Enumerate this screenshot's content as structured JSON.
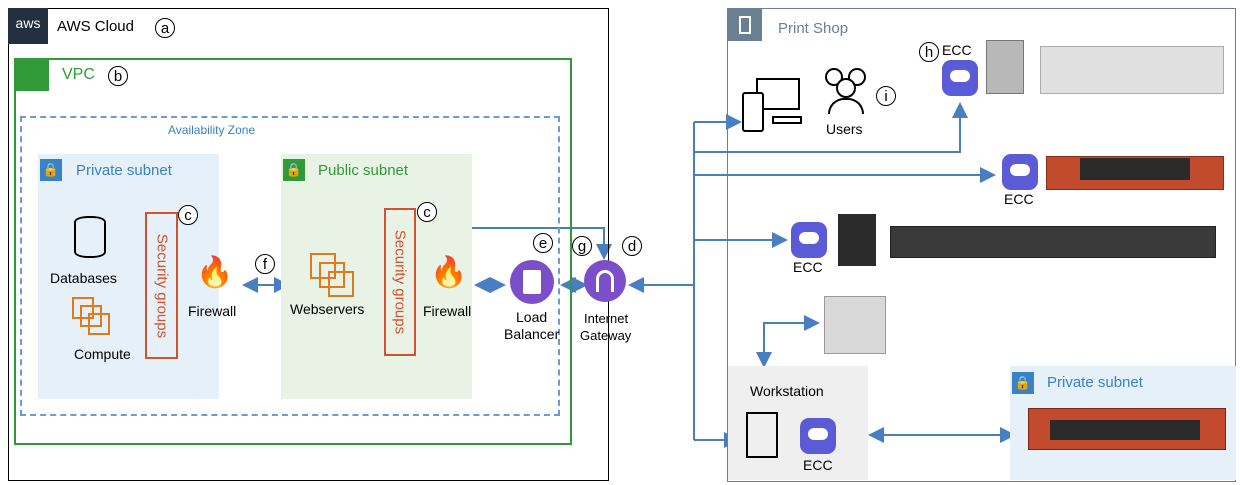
{
  "aws_cloud": {
    "logo_text": "aws",
    "label": "AWS Cloud",
    "marker": "a"
  },
  "vpc": {
    "label": "VPC",
    "marker": "b"
  },
  "availability_zone": {
    "label": "Availability Zone"
  },
  "private_subnet": {
    "label": "Private subnet",
    "databases": "Databases",
    "compute": "Compute",
    "security_groups": "Security groups",
    "sg_marker": "c",
    "firewall": "Firewall"
  },
  "link_marker": "f",
  "public_subnet": {
    "label": "Public subnet",
    "webservers": "Webservers",
    "security_groups": "Security groups",
    "sg_marker": "c",
    "firewall": "Firewall"
  },
  "load_balancer": {
    "label_line1": "Load",
    "label_line2": "Balancer",
    "marker": "e"
  },
  "internet_gateway": {
    "label_line1": "Internet",
    "label_line2": "Gateway",
    "marker": "d",
    "link_marker": "g"
  },
  "print_shop": {
    "label": "Print Shop",
    "users": "Users",
    "users_marker": "i",
    "ecc_top": "ECC",
    "ecc_top_marker": "h",
    "ecc_row2": "ECC",
    "ecc_row3": "ECC",
    "workstation": "Workstation",
    "ecc_workstation": "ECC",
    "private_subnet": "Private subnet"
  },
  "colors": {
    "vpc_green": "#2f9a37",
    "subnet_blue": "#3b82c4",
    "security_red": "#d3512b",
    "arrow_blue": "#4a7ec2",
    "ecc_purple": "#5b5bd6"
  }
}
